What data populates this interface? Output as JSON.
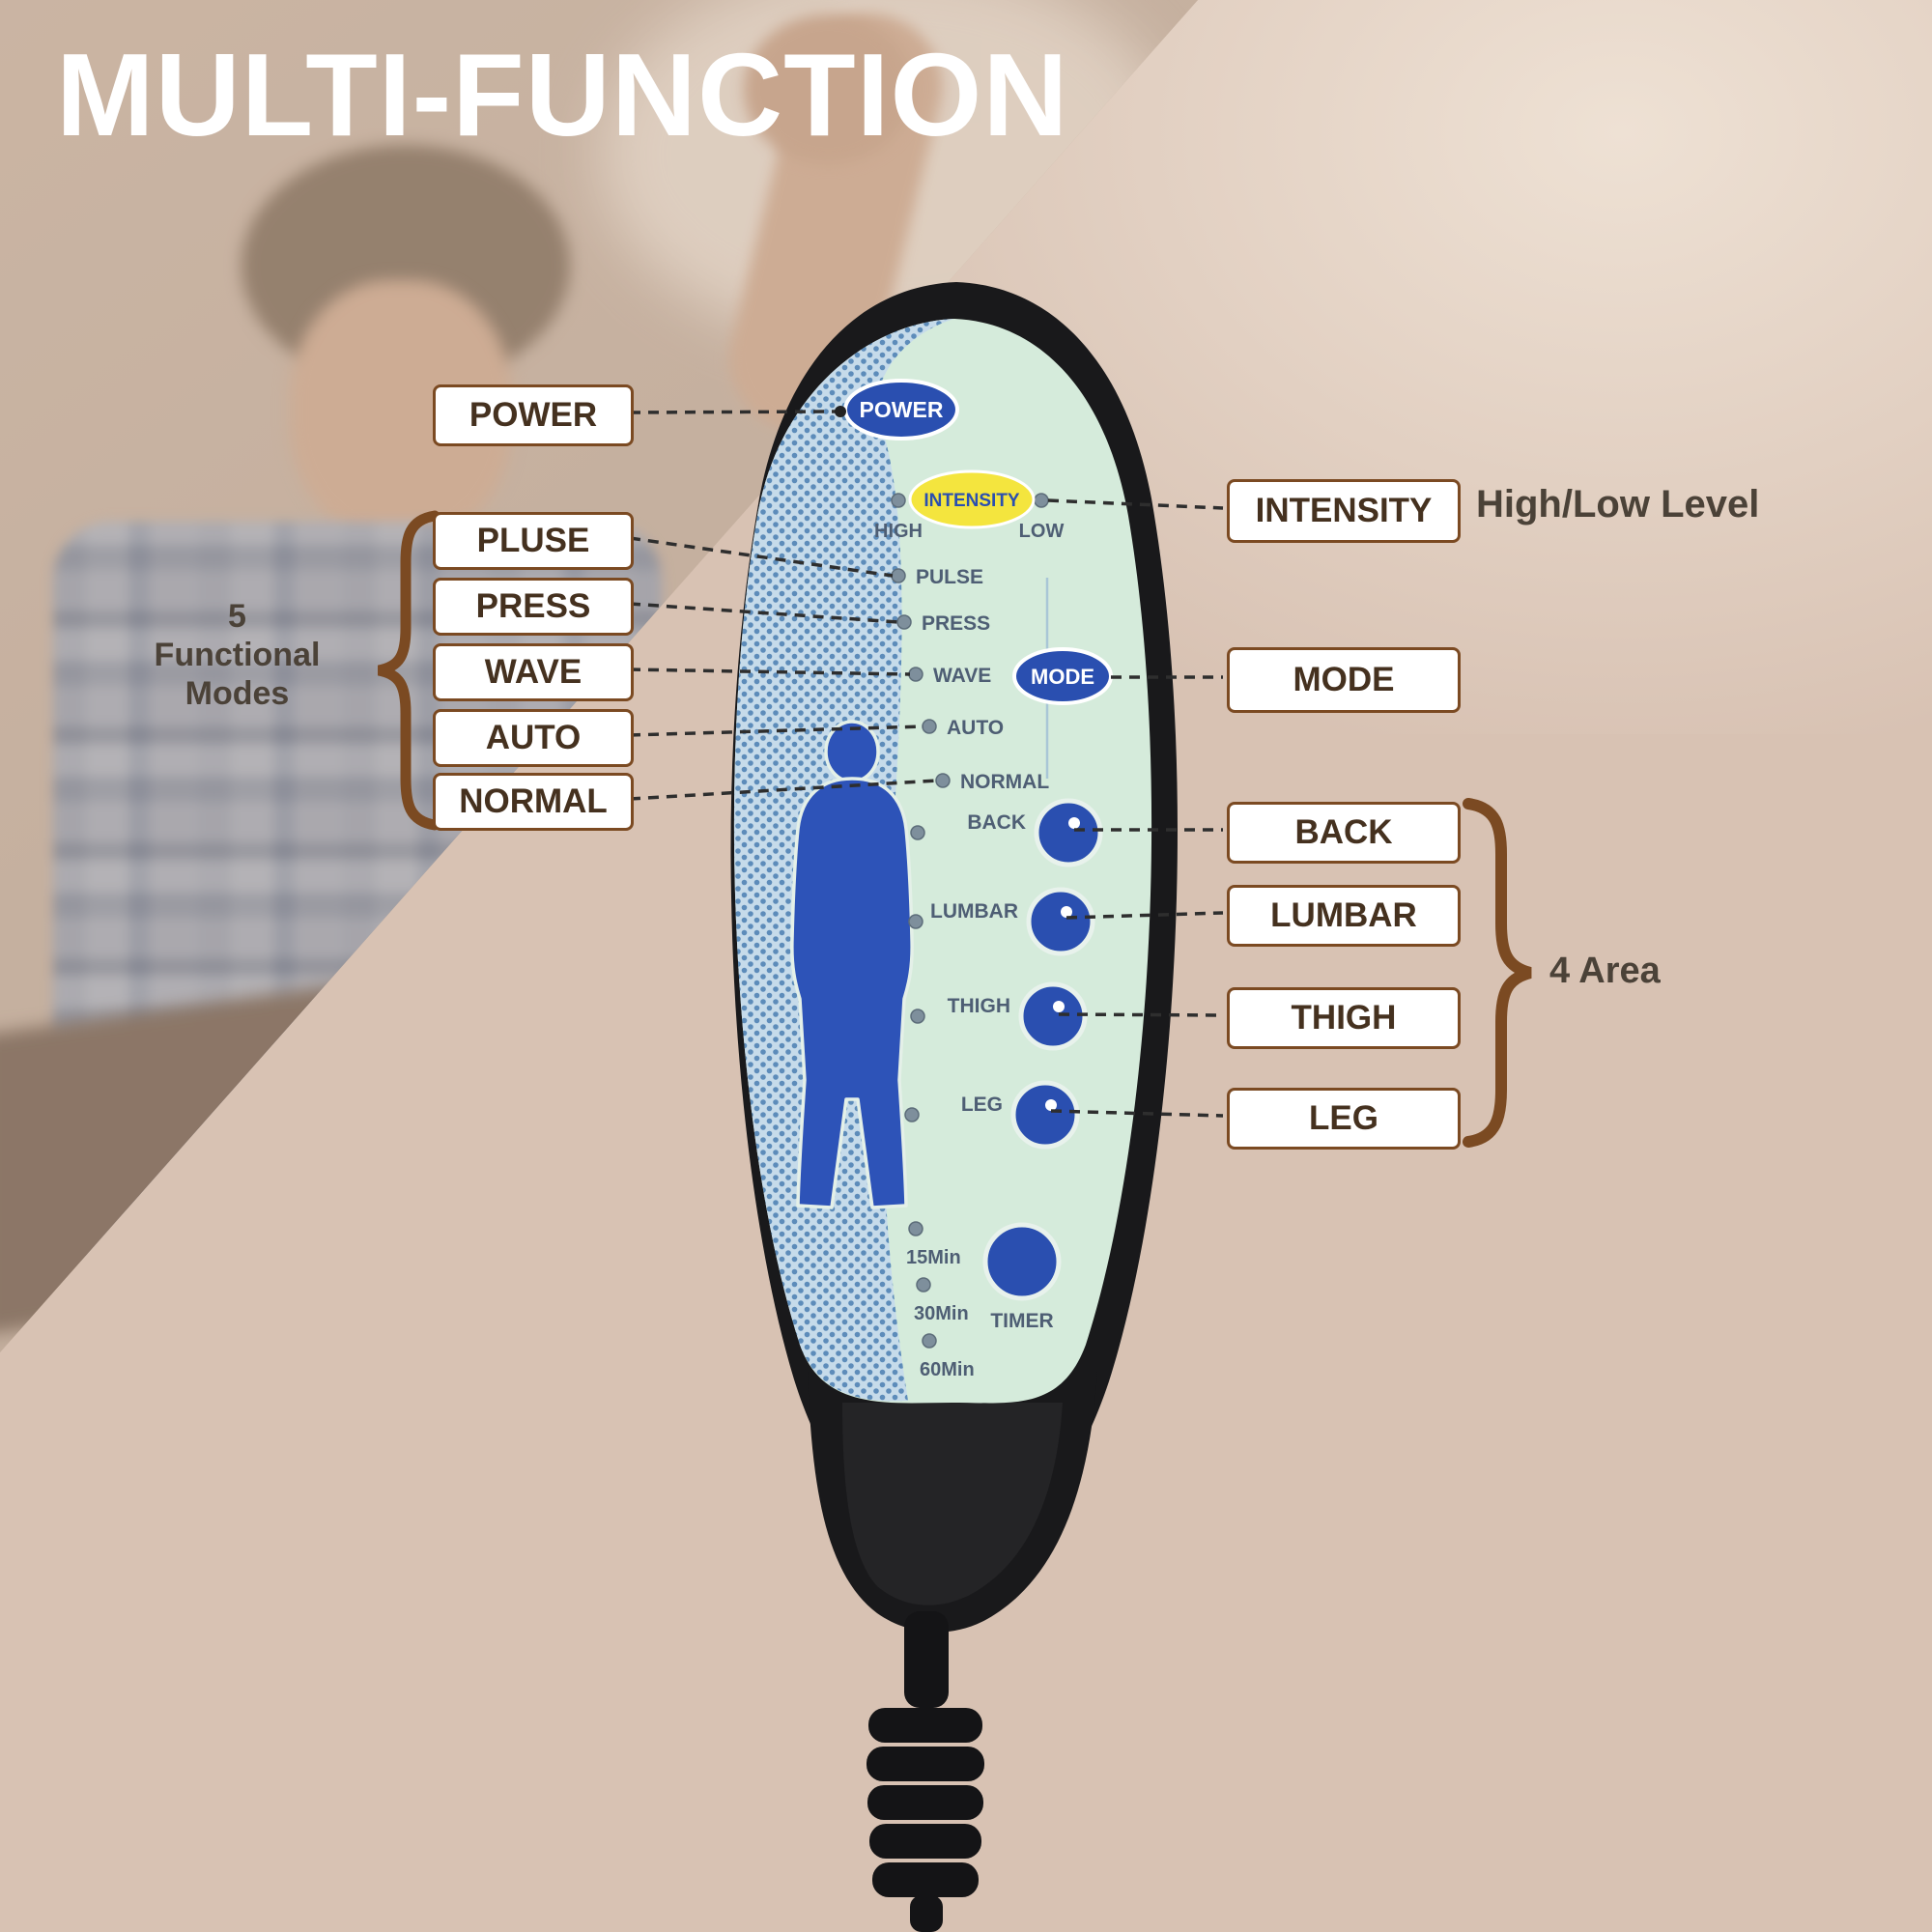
{
  "title": "MULTI-FUNCTION",
  "callouts": {
    "power": "POWER",
    "modes": [
      "PLUSE",
      "PRESS",
      "WAVE",
      "AUTO",
      "NORMAL"
    ],
    "modes_group": [
      "5",
      "Functional",
      "Modes"
    ],
    "intensity": "INTENSITY",
    "intensity_note": "High/Low Level",
    "mode": "MODE",
    "areas": [
      "BACK",
      "LUMBAR",
      "THIGH",
      "LEG"
    ],
    "areas_group": "4 Area"
  },
  "remote": {
    "power_button": "POWER",
    "intensity_button": "INTENSITY",
    "intensity_high": "HIGH",
    "intensity_low": "LOW",
    "mode_leds": [
      "PULSE",
      "PRESS",
      "WAVE",
      "AUTO",
      "NORMAL"
    ],
    "mode_button": "MODE",
    "area_labels": [
      "BACK",
      "LUMBAR",
      "THIGH",
      "LEG"
    ],
    "timer_leds": [
      "15Min",
      "30Min",
      "60Min"
    ],
    "timer_button": "TIMER"
  },
  "colors": {
    "background": "#d8c2b3",
    "callout_border": "#7b4a22",
    "callout_text": "#45311f",
    "annotation_text": "#4b4238",
    "accent_blue": "#2a4fb0",
    "accent_yellow": "#f4e53e",
    "panel_mint": "#d5ebdb",
    "dot_region_blue": "#5d8cba",
    "remote_black": "#19191b",
    "brace_brown": "#7b4a22"
  }
}
